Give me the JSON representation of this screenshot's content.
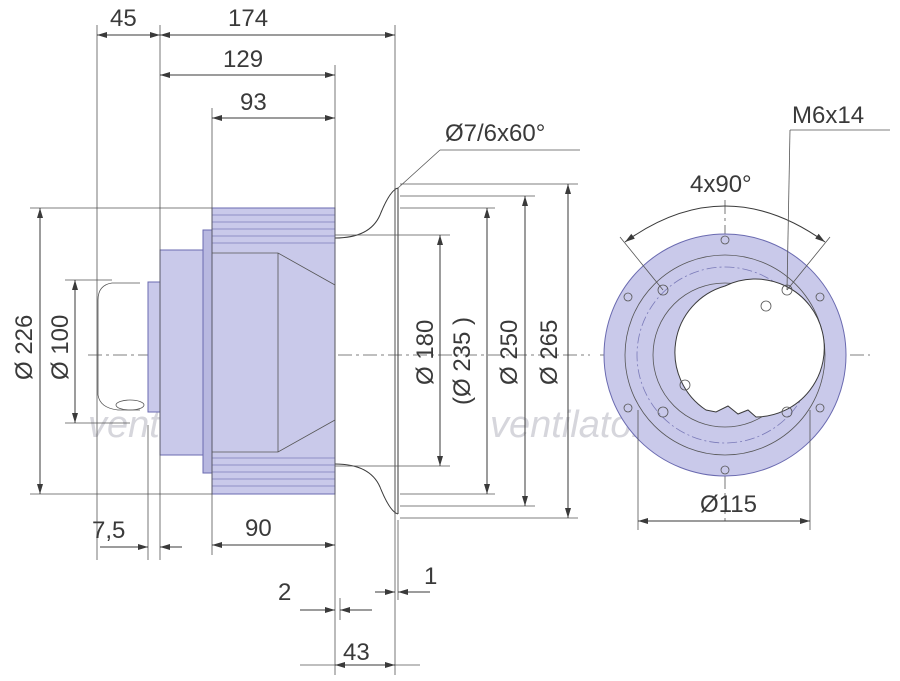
{
  "watermark": "ventilatorry.ru",
  "dimensions": {
    "d45": "45",
    "d174": "174",
    "d129": "129",
    "d93": "93",
    "inlet_flange": "Ø7/6x60°",
    "dia226": "Ø 226",
    "dia100": "Ø 100",
    "dia180": "Ø 180",
    "dia235": "(Ø 235 )",
    "dia250": "Ø 250",
    "dia265": "Ø 265",
    "d7_5": "7,5",
    "d90": "90",
    "d2": "2",
    "d1": "1",
    "d43": "43",
    "bolt": "M6x14",
    "angle": "4x90°",
    "dia115": "Ø115"
  },
  "colors": {
    "body": "#c9c9ea",
    "outline": "#6a6ab0",
    "line": "#3a3a3a"
  }
}
